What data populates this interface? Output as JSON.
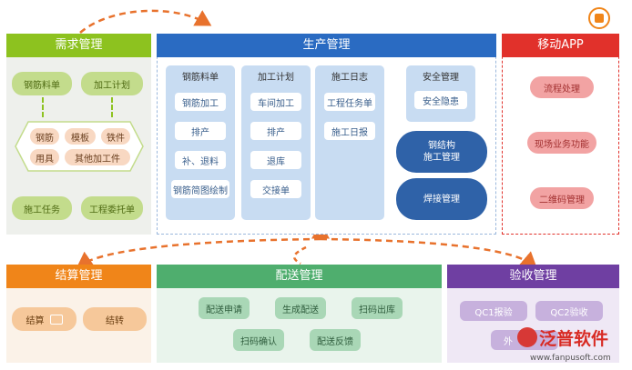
{
  "demand": {
    "title": "需求管理",
    "top": [
      "钢筋料单",
      "加工计划"
    ],
    "materials_row1": [
      "钢筋",
      "模板",
      "铁件"
    ],
    "materials_row2": [
      "用具",
      "其他加工件"
    ],
    "bottom": [
      "施工任务",
      "工程委托单"
    ]
  },
  "production": {
    "title": "生产管理",
    "columns": [
      {
        "header": "钢筋料单",
        "items": [
          "钢筋加工",
          "排产",
          "补、退料",
          "钢筋简图绘制"
        ]
      },
      {
        "header": "加工计划",
        "items": [
          "车间加工",
          "排产",
          "退库",
          "交接单"
        ]
      },
      {
        "header": "施工日志",
        "items": [
          "工程任务单",
          "施工日报"
        ]
      }
    ],
    "safety": {
      "header": "安全管理",
      "item": "安全隐患"
    },
    "steel_line1": "钢结构",
    "steel_line2": "施工管理",
    "welding": "焊接管理"
  },
  "mobile": {
    "title": "移动APP",
    "items": [
      "流程处理",
      "现场业务功能",
      "二维码管理"
    ]
  },
  "settlement": {
    "title": "结算管理",
    "items": [
      "结算",
      "结转"
    ]
  },
  "delivery": {
    "title": "配送管理",
    "row1": [
      "配送申请",
      "生成配送",
      "扫码出库"
    ],
    "row2": [
      "扫码确认",
      "配送反馈"
    ]
  },
  "acceptance": {
    "title": "验收管理",
    "row1": [
      "QC1报验",
      "QC2验收"
    ],
    "row2": [
      "外"
    ]
  },
  "watermark": {
    "brand": "泛普软件",
    "url": "www.fanpusoft.com"
  },
  "colors": {
    "green": "#8dc21f",
    "blue": "#2a6bc2",
    "red": "#e1312b",
    "orange": "#f08519",
    "delivery_green": "#4fae6e",
    "purple": "#6f3fa2",
    "arrow": "#e8722d"
  }
}
